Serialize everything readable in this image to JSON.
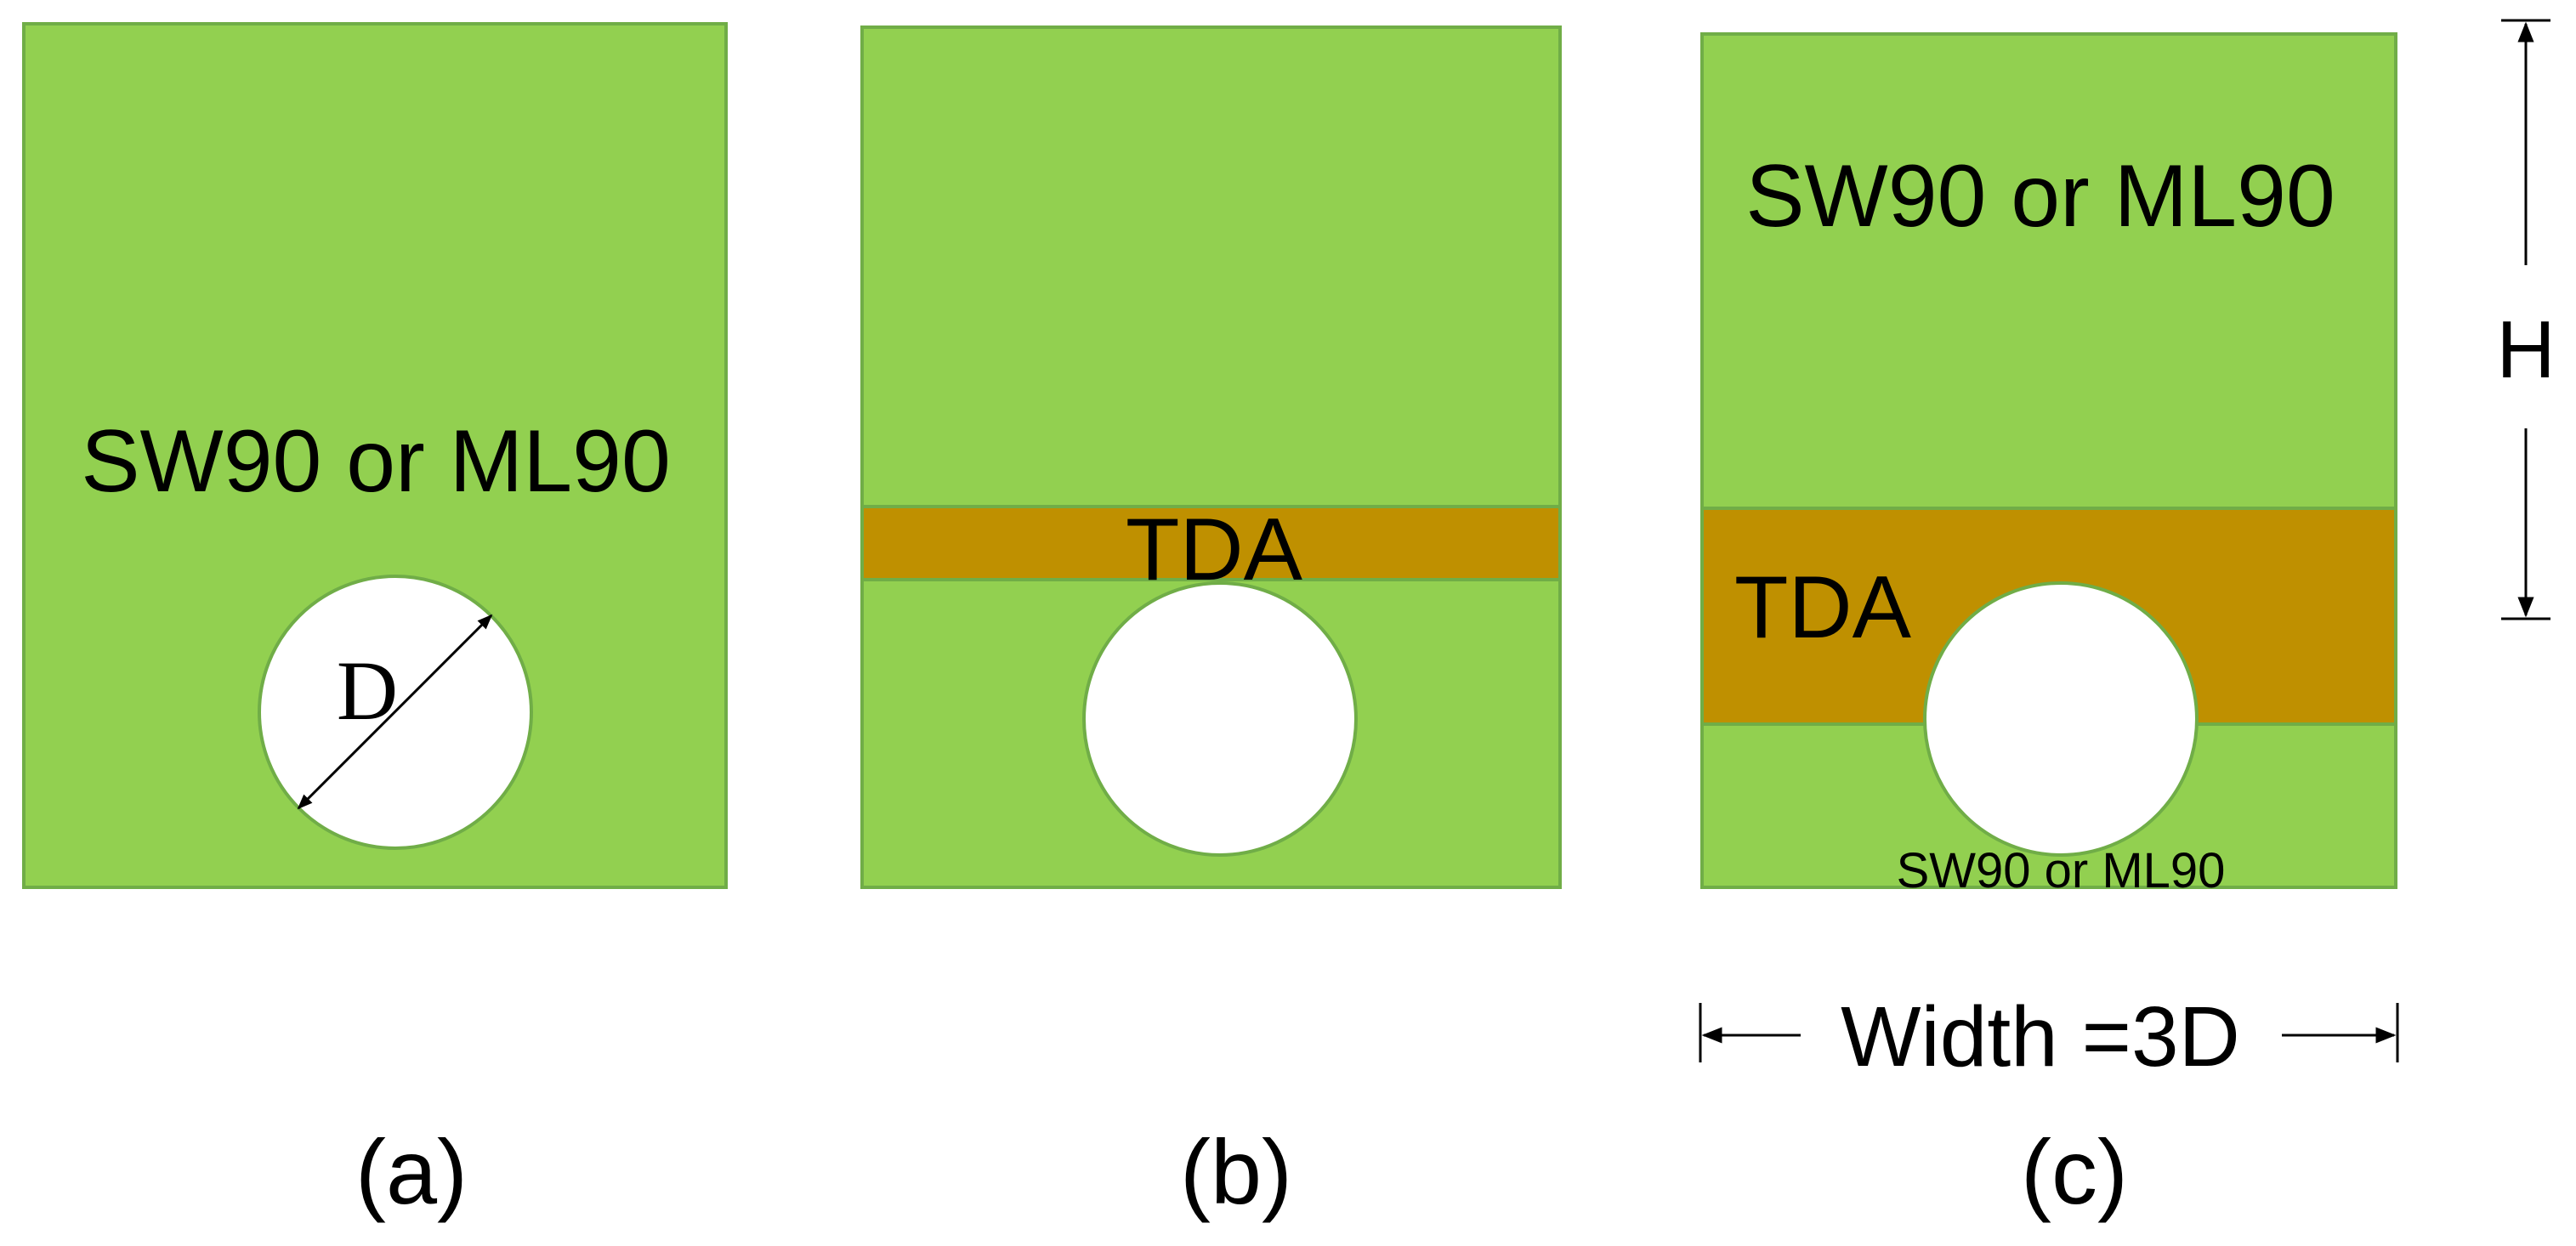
{
  "colors": {
    "background": "#ffffff",
    "soil": "#92d050",
    "soil_border": "#70ad47",
    "tda": "#bf9000",
    "tunnel": "#ffffff",
    "ink": "#000000"
  },
  "panels": [
    {
      "caption": "(a)",
      "soil_label": "SW90 or ML90",
      "diameter_label": "D"
    },
    {
      "caption": "(b)",
      "tda_label": "TDA"
    },
    {
      "caption": "(c)",
      "soil_label_top": "SW90 or ML90",
      "tda_label": "TDA",
      "soil_label_bottom": "SW90 or ML90"
    }
  ],
  "dimensions": {
    "height_label": "H",
    "width_label": "Width =3D"
  }
}
